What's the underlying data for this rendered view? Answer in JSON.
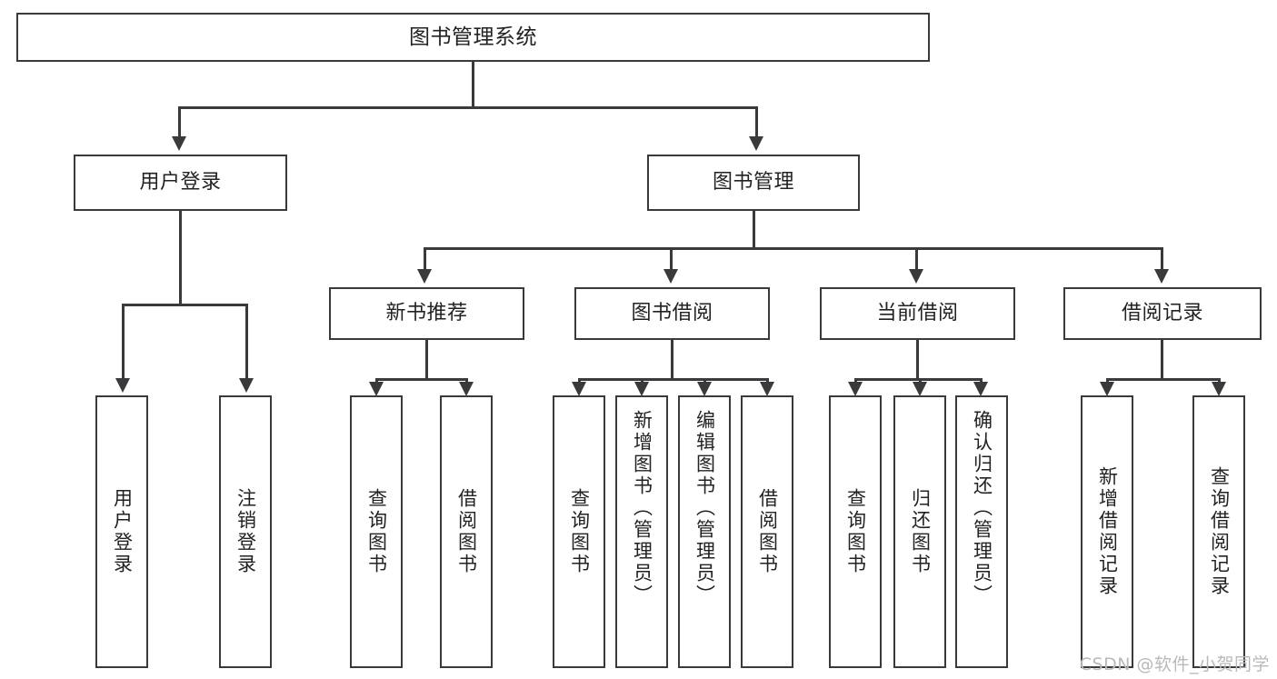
{
  "diagram": {
    "title": "图书管理系统",
    "type": "tree",
    "root": {
      "id": "root",
      "label": "图书管理系统"
    },
    "level2": [
      {
        "id": "user-login",
        "label": "用户登录"
      },
      {
        "id": "book-management",
        "label": "图书管理"
      }
    ],
    "level3": [
      {
        "id": "new-book-recommend",
        "label": "新书推荐"
      },
      {
        "id": "book-borrow",
        "label": "图书借阅"
      },
      {
        "id": "current-borrow",
        "label": "当前借阅"
      },
      {
        "id": "borrow-record",
        "label": "借阅记录"
      }
    ],
    "leaves": {
      "user-login": [
        {
          "id": "leaf-user-login",
          "label": "用户登录"
        },
        {
          "id": "leaf-user-logout",
          "label": "注销登录"
        }
      ],
      "new-book-recommend": [
        {
          "id": "leaf-query-book-1",
          "label": "查询图书"
        },
        {
          "id": "leaf-borrow-book-1",
          "label": "借阅图书"
        }
      ],
      "book-borrow": [
        {
          "id": "leaf-query-book-2",
          "label": "查询图书"
        },
        {
          "id": "leaf-add-book",
          "label": "新增图书（管理员）"
        },
        {
          "id": "leaf-edit-book",
          "label": "编辑图书（管理员）"
        },
        {
          "id": "leaf-borrow-book-2",
          "label": "借阅图书"
        }
      ],
      "current-borrow": [
        {
          "id": "leaf-query-book-3",
          "label": "查询图书"
        },
        {
          "id": "leaf-return-book",
          "label": "归还图书"
        },
        {
          "id": "leaf-confirm-return",
          "label": "确认归还（管理员）"
        }
      ],
      "borrow-record": [
        {
          "id": "leaf-add-record",
          "label": "新增借阅记录"
        },
        {
          "id": "leaf-query-record",
          "label": "查询借阅记录"
        }
      ]
    }
  },
  "watermark": {
    "text": "CSDN @软件_小贺同学"
  },
  "colors": {
    "stroke": "#3a3a3c",
    "text": "#222224",
    "background": "#ffffff",
    "watermark": "#b9b9bb"
  }
}
